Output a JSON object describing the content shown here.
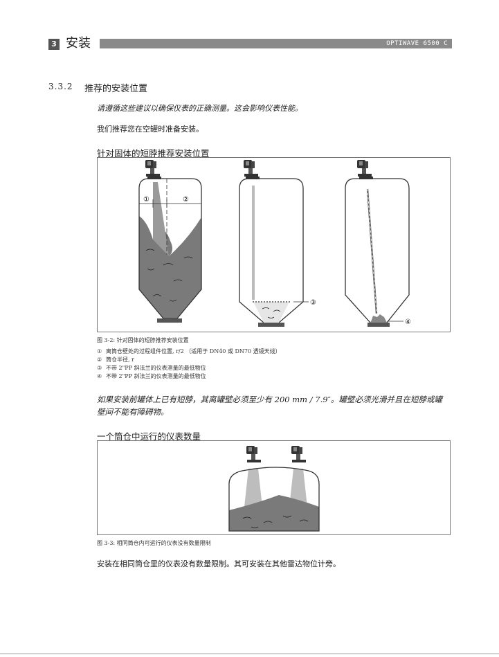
{
  "header": {
    "chapter_number": "3",
    "chapter_title": "安装",
    "product": "OPTIWAVE 6500 C"
  },
  "section": {
    "number": "3.3.2",
    "title": "推荐的安装位置"
  },
  "intro_note": "请遵循这些建议以确保仪表的正确测量。这会影响仪表性能。",
  "intro_text": "我们推荐您在空罐时准备安装。",
  "figure1": {
    "heading": "针对固体的短脖推荐安装位置",
    "caption": "图 3-2: 针对固体的短脖推荐安装位置",
    "callouts": [
      "①",
      "②",
      "③",
      "④"
    ],
    "legend": [
      {
        "marker": "①",
        "text": "离筒仓壁处的过程组件位置, r/2 （适用于 DN40 或 DN70 透镜天线）"
      },
      {
        "marker": "②",
        "text": "筒仓半径, r"
      },
      {
        "marker": "③",
        "text": "不带 2\"PP 斜法兰的仪表测量的最低物位"
      },
      {
        "marker": "④",
        "text": "不带 2\"PP 斜法兰的仪表测量的最低物位"
      }
    ]
  },
  "warning_text": "如果安装前罐体上已有短脖，其离罐壁必须至少有 200 mm / 7.9″。罐壁必须光滑并且在短脖或罐壁间不能有障碍物。",
  "figure2": {
    "heading": "一个筒仓中运行的仪表数量",
    "caption": "图 3-3: 相同筒仓内可运行的仪表没有数量限制"
  },
  "closing_text": "安装在相同筒仓里的仪表没有数量限制。其可安装在其他雷达物位计旁。",
  "colors": {
    "header_bar": "#8a8a8a",
    "chapter_box": "#555555",
    "material": "#7a7a7a",
    "beam": "#bdbdbd"
  },
  "icons": [
    "radar-gauge-icon",
    "silo-icon"
  ]
}
